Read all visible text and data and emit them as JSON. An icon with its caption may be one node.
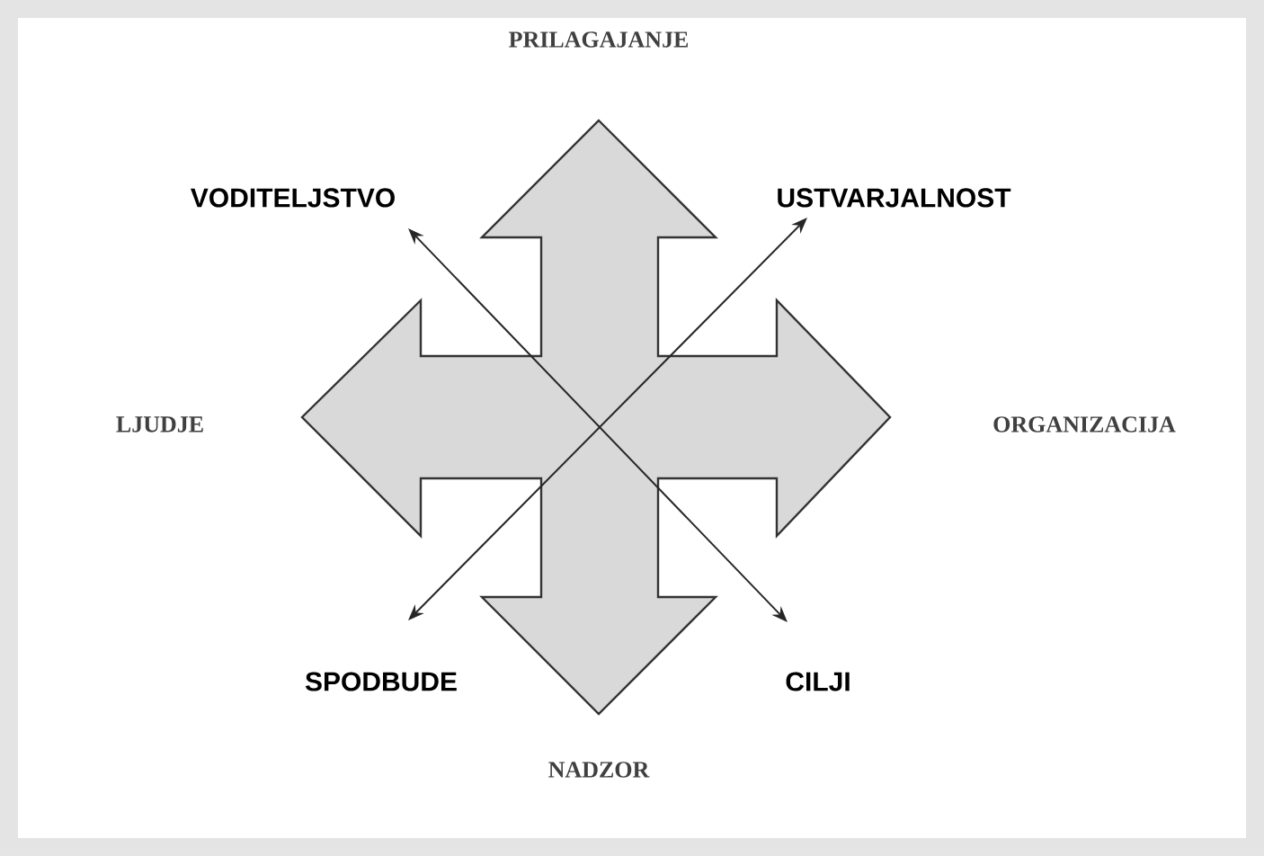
{
  "diagram": {
    "nodes": [
      {
        "text": [
          "VODITELJSTVO"
        ]
      },
      {
        "text": [
          "USTVARJALNOST"
        ]
      },
      {
        "text": [
          "SPODBUDE"
        ]
      },
      {
        "text": [
          "CILJI"
        ]
      }
    ],
    "edges": [
      {
        "from": 0,
        "to": 3,
        "arrow": "both"
      },
      {
        "from": 2,
        "to": 1,
        "arrow": "both"
      }
    ],
    "labels": [
      "PRILAGAJANJE",
      "LJUDJE",
      "ORGANIZACIJA",
      "NADZOR"
    ]
  }
}
